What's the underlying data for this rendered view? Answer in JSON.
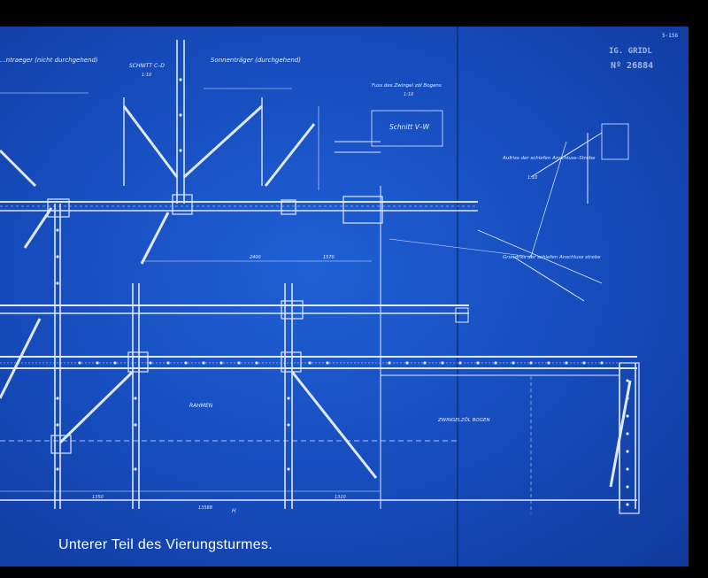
{
  "caption": "Unterer Teil des Vierungsturmes.",
  "stamp": {
    "line1": "IG. GRIDL",
    "line2": "Nº 26884",
    "corner": "5-156"
  },
  "labels": {
    "traeger_top_left": "...ntraeger (nicht durchgehend)",
    "sonnentraeger": "Sonnenträger (durchgehend)",
    "schnitt_cd": "SCHNITT C–D",
    "scale_10_a": "1:10",
    "fuss_zwingel": "Fuss des Zwingel zöl Bogens",
    "scale_10_b": "1:10",
    "schnitt_vw": "Schnitt V–W",
    "aufriss": "Aufriss der schiefen Anschluss–Strebe",
    "scale_10_c": "1:10",
    "grundriss": "Grundriss der schiefen Anschluss strebe",
    "rahmen": "RAHMEN",
    "zwingel_bogen": "ZWINGELZÖL BOGEN",
    "dim_2400": "2400",
    "dim_1570": "1570",
    "dim_1350": "1350",
    "dim_1310": "1310",
    "dim_13588": "13588",
    "dim_H": "H"
  },
  "colors": {
    "paper": "#164bbb",
    "ink": "#dfe9ff",
    "border": "#000000"
  }
}
